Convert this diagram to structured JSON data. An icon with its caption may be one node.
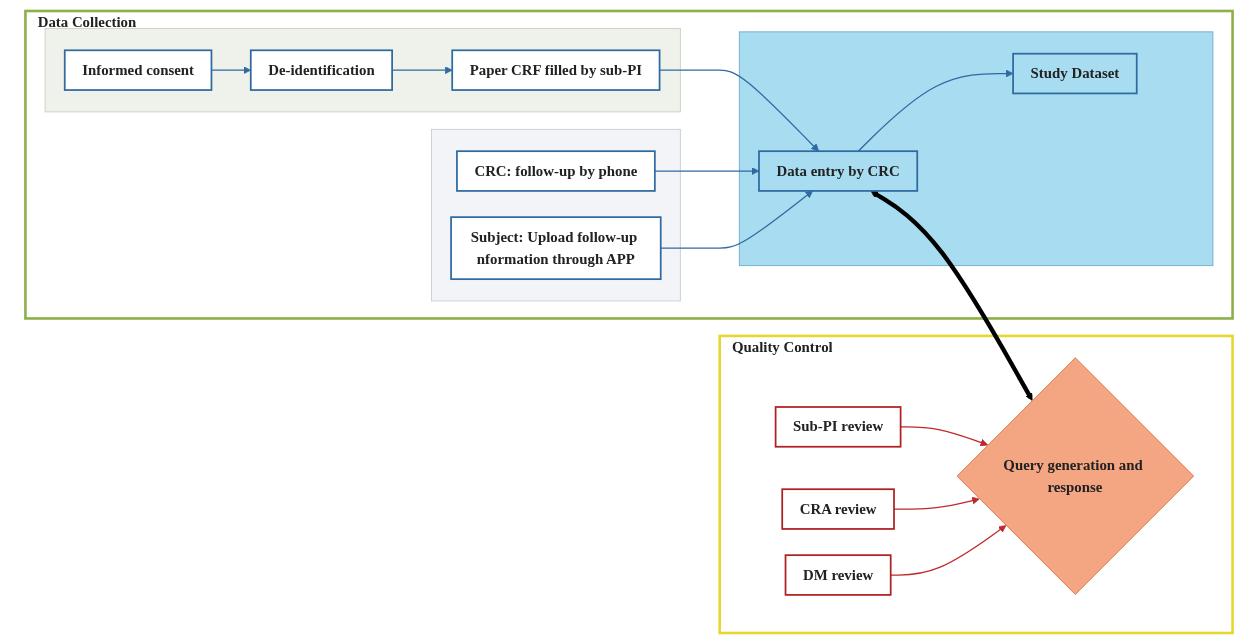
{
  "diagram": {
    "nodes": [
      {
        "text": [
          "Data Collection"
        ]
      },
      {
        "text": [],
        "shape": "box",
        "in": 0
      },
      {
        "text": [
          "Informed consent"
        ],
        "in": 1
      },
      {
        "text": [
          "De-identification"
        ],
        "in": 1
      },
      {
        "text": [
          "Paper CRF filled by sub-PI"
        ],
        "in": 1
      },
      {
        "text": [],
        "shape": "box",
        "in": 0
      },
      {
        "text": [
          "CRC: follow-up by phone"
        ],
        "in": 5
      },
      {
        "text": [
          "Subject: Upload follow-up nformation through APP"
        ],
        "in": 5
      },
      {
        "text": [],
        "shape": "box",
        "in": 0
      },
      {
        "text": [
          "Data entry by CRC"
        ],
        "in": 8
      },
      {
        "text": [
          "Study Dataset"
        ],
        "in": 8
      },
      {
        "text": [
          "Quality Control"
        ]
      },
      {
        "text": [
          "Query generation and response"
        ],
        "in": 11
      },
      {
        "text": [
          "Sub-PI review"
        ],
        "in": 11
      },
      {
        "text": [
          "CRA review"
        ],
        "in": 11
      },
      {
        "text": [
          "DM review"
        ],
        "in": 11
      }
    ],
    "edges": [
      {
        "from": 2,
        "to": 3,
        "arrow": "to"
      },
      {
        "from": 3,
        "to": 4,
        "arrow": "to"
      },
      {
        "from": 4,
        "to": 9,
        "arrow": "to"
      },
      {
        "from": 6,
        "to": 9,
        "arrow": "to"
      },
      {
        "from": 7,
        "to": 9,
        "arrow": "to"
      },
      {
        "from": 9,
        "to": 10,
        "arrow": "to"
      },
      {
        "from": 9,
        "to": 12,
        "arrow": "both",
        "style": "thick",
        "color": "#000000"
      },
      {
        "from": 13,
        "to": 12,
        "arrow": "to",
        "color": "#c0282c"
      },
      {
        "from": 14,
        "to": 12,
        "arrow": "to",
        "color": "#c0282c"
      },
      {
        "from": 15,
        "to": 12,
        "arrow": "to",
        "color": "#c0282c"
      }
    ]
  }
}
